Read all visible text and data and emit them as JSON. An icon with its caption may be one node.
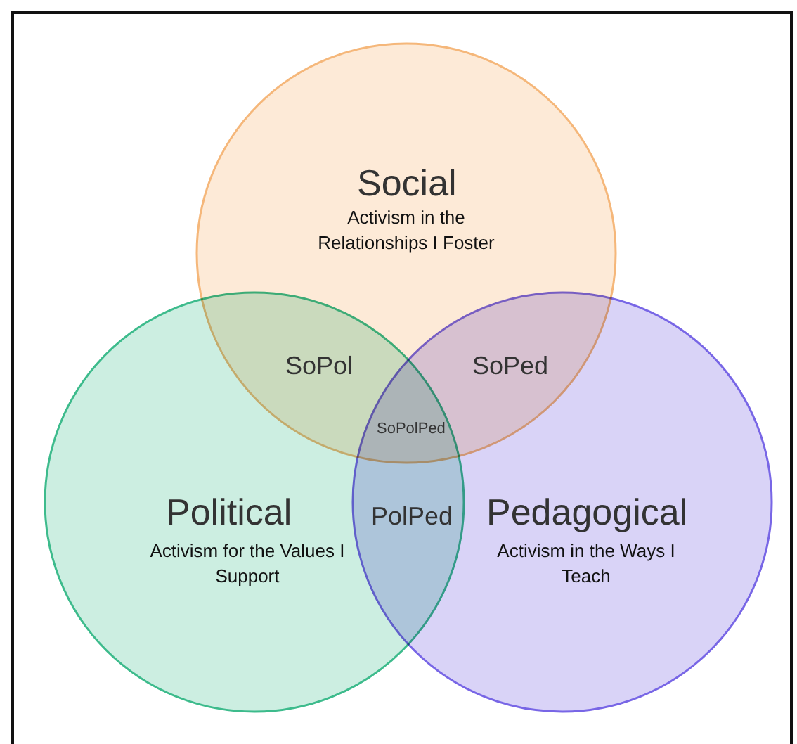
{
  "diagram": {
    "nodes": [
      {
        "text": [
          "Social",
          "Activism in the Relationships I Foster"
        ]
      },
      {
        "text": [
          "Political",
          "Activism for the Values I Support"
        ]
      },
      {
        "text": [
          "Pedagogical",
          "Activism in the Ways I Teach"
        ]
      }
    ],
    "labels": [
      "SoPol",
      "SoPed",
      "SoPolPed",
      "PolPed"
    ]
  }
}
